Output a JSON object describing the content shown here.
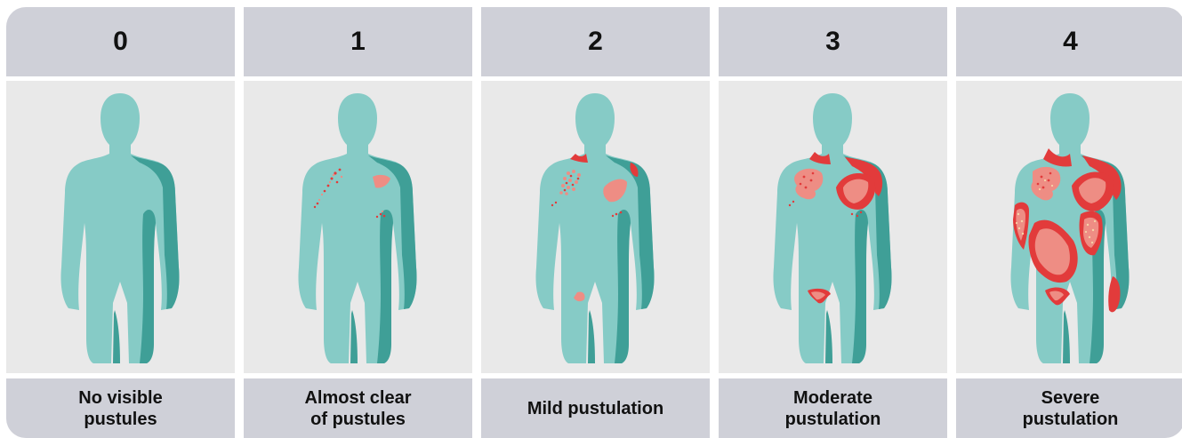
{
  "columns": [
    {
      "score": "0",
      "label": "No visible\npustules"
    },
    {
      "score": "1",
      "label": "Almost clear\nof pustules"
    },
    {
      "score": "2",
      "label": "Mild pustulation"
    },
    {
      "score": "3",
      "label": "Moderate\npustulation"
    },
    {
      "score": "4",
      "label": "Severe\npustulation"
    }
  ],
  "colors": {
    "header_bg": "#cfd0d8",
    "panel_bg": "#e9e9e9",
    "skin": "#86cbc6",
    "shadow": "#3f9f97",
    "lesion_light": "#ee8d84",
    "lesion_dark": "#e23b3b"
  }
}
